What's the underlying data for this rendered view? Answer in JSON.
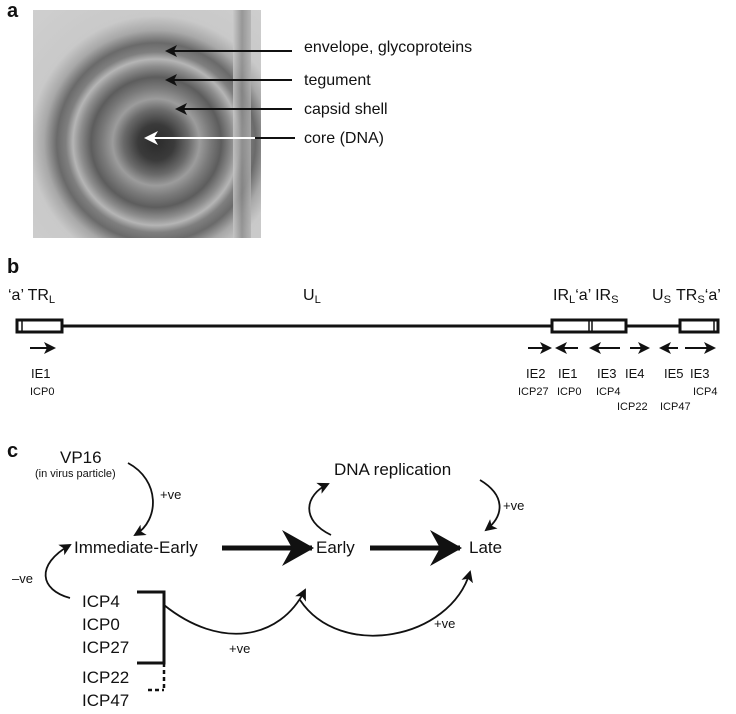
{
  "panels": {
    "a": {
      "label": "a",
      "structures": [
        "envelope, glycoproteins",
        "tegument",
        "capsid shell",
        "core (DNA)"
      ]
    },
    "b": {
      "label": "b",
      "regions": {
        "a_left": "‘a’ TR",
        "a_left_sub": "L",
        "ul": "U",
        "ul_sub": "L",
        "irl": "IR",
        "irl_sub": "L",
        "a_mid": "‘a’ IR",
        "irs_sub": "S",
        "us": "U",
        "us_sub": "S",
        "trs": "TR",
        "trs_sub": "S",
        "a_right": "‘a’"
      },
      "genes": [
        {
          "ie": "IE1",
          "icp": "ICP0"
        },
        {
          "ie": "IE2",
          "icp": "ICP27"
        },
        {
          "ie": "IE1",
          "icp": "ICP0"
        },
        {
          "ie": "IE3",
          "icp": "ICP4"
        },
        {
          "ie": "IE4",
          "icp": "ICP22"
        },
        {
          "ie": "IE5",
          "icp": "ICP47"
        },
        {
          "ie": "IE3",
          "icp": "ICP4"
        }
      ]
    },
    "c": {
      "label": "c",
      "vp16": "VP16",
      "vp16_note": "(in virus particle)",
      "immediate_early": "Immediate-Early",
      "early": "Early",
      "late": "Late",
      "dna_replication": "DNA replication",
      "pos": "+ve",
      "neg": "–ve",
      "proteins": [
        "ICP4",
        "ICP0",
        "ICP27",
        "ICP22",
        "ICP47"
      ]
    }
  }
}
